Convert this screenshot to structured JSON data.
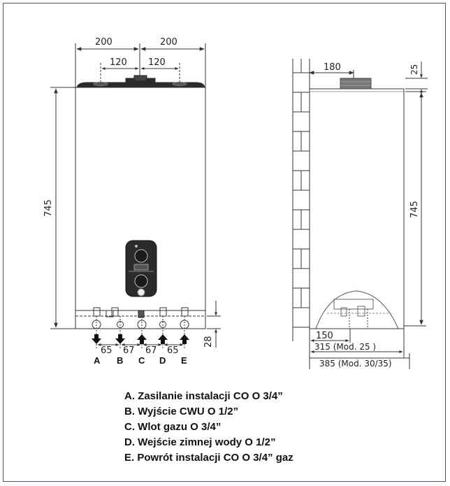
{
  "front_view": {
    "dim_width_left": "200",
    "dim_width_right": "200",
    "dim_fitting_left": "120",
    "dim_fitting_right": "120",
    "dim_height": "745",
    "dim_bottom": "28",
    "connection_spacings": [
      "65",
      "67",
      "67",
      "65"
    ],
    "connection_labels": [
      "A",
      "B",
      "C",
      "D",
      "E"
    ]
  },
  "side_view": {
    "dim_top_offset": "180",
    "dim_top_height": "25",
    "dim_height": "745",
    "dim_depth_150": "150",
    "dim_depth_mod25": "315 (Mod. 25   )",
    "dim_depth_mod3035": "385 (Mod. 30/35)"
  },
  "legend": [
    "A. Zasilanie instalacji CO O 3/4”",
    "B. Wyjście CWU O 1/2”",
    "C. Wlot gazu O 3/4”",
    "D. Wejście zimnej wody O 1/2”",
    "E. Powrót instalacji CO O 3/4” gaz"
  ],
  "colors": {
    "frame": "#4a5a6a",
    "line": "#333333",
    "panel": "#2b2b2b"
  }
}
